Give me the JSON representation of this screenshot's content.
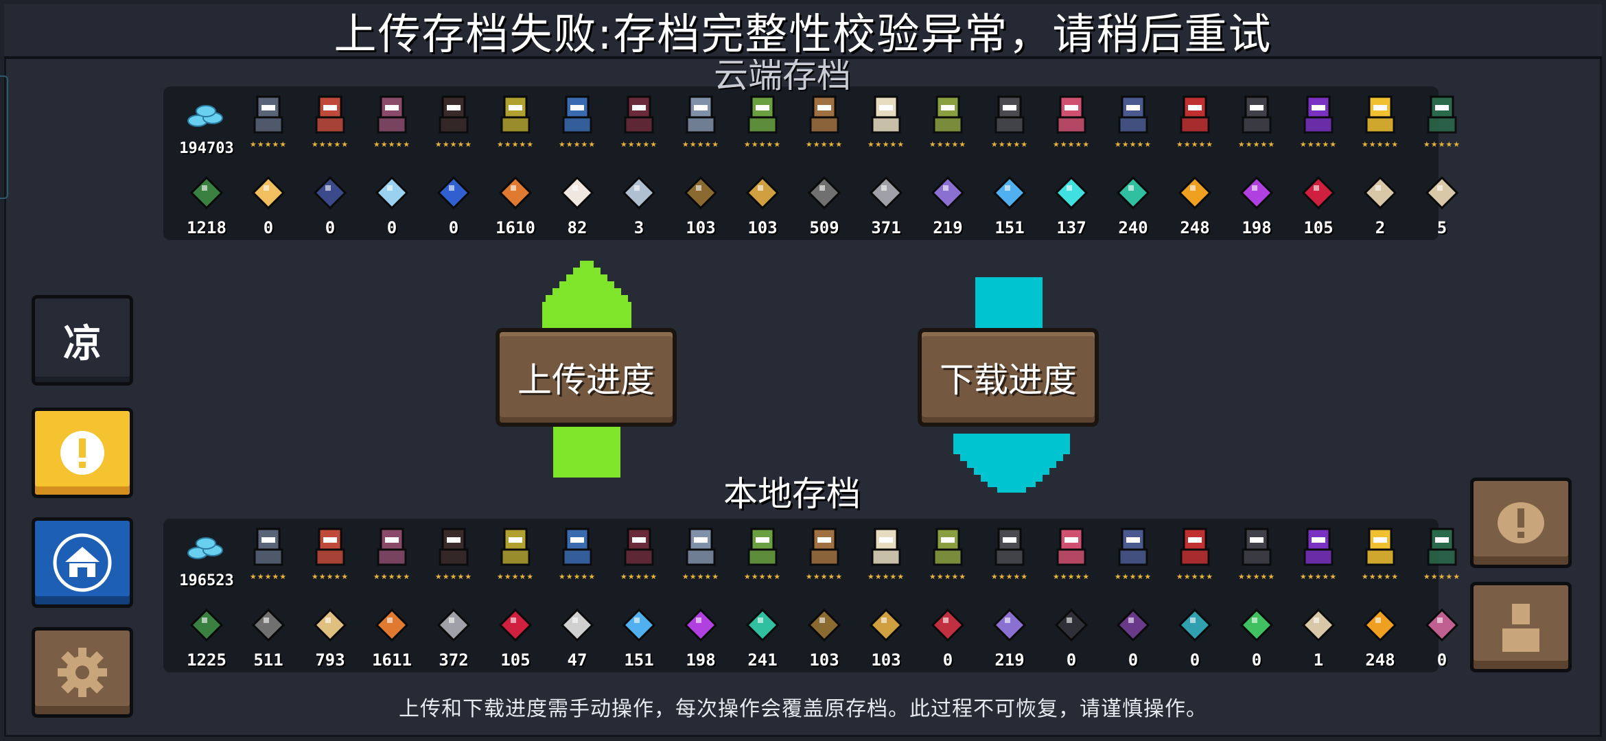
{
  "banner": {
    "text": "上传存档失败:存档完整性校验异常，请稍后重试"
  },
  "cloud": {
    "title_partial": "云端存档",
    "coin_count": "194703",
    "characters": [
      {
        "icon": "knight-icon",
        "color": "#5a6478"
      },
      {
        "icon": "rogue-icon",
        "color": "#c04a3a"
      },
      {
        "icon": "witch-icon",
        "color": "#8a4a6a"
      },
      {
        "icon": "assassin-icon",
        "color": "#3a2a2a"
      },
      {
        "icon": "robot-icon",
        "color": "#b0a030"
      },
      {
        "icon": "engineer-icon",
        "color": "#3a6ab0"
      },
      {
        "icon": "vampire-icon",
        "color": "#6a2a3a"
      },
      {
        "icon": "paladin-icon",
        "color": "#8090a8"
      },
      {
        "icon": "elf-icon",
        "color": "#6aa040"
      },
      {
        "icon": "werewolf-icon",
        "color": "#a07040"
      },
      {
        "icon": "priest-icon",
        "color": "#e8dcc0"
      },
      {
        "icon": "druid-icon",
        "color": "#8aa040"
      },
      {
        "icon": "berserker-icon",
        "color": "#4a4a50"
      },
      {
        "icon": "taoist-icon",
        "color": "#d05070"
      },
      {
        "icon": "necromancer-icon",
        "color": "#4a5a90"
      },
      {
        "icon": "officer-icon",
        "color": "#c03030"
      },
      {
        "icon": "monk-icon",
        "color": "#404048"
      },
      {
        "icon": "wizard-icon",
        "color": "#7a30c0"
      },
      {
        "icon": "airbender-icon",
        "color": "#f0c030"
      },
      {
        "icon": "alchemist-icon",
        "color": "#2a6a4a"
      }
    ],
    "items": [
      {
        "icon": "battery-icon",
        "color": "#3a8040",
        "count": "1218"
      },
      {
        "icon": "scroll-card-icon",
        "color": "#f0c060",
        "count": "0"
      },
      {
        "icon": "dark-card-icon",
        "color": "#3a4a8a",
        "count": "0"
      },
      {
        "icon": "crystal-icon",
        "color": "#9ad0f0",
        "count": "0"
      },
      {
        "icon": "gems-icon",
        "color": "#3060d0",
        "count": "0"
      },
      {
        "icon": "ore-icon",
        "color": "#e07a30",
        "count": "1610"
      },
      {
        "icon": "sack-icon",
        "color": "#f0e8e0",
        "count": "82"
      },
      {
        "icon": "fish-icon",
        "color": "#b0c0d0",
        "count": "3"
      },
      {
        "icon": "horn-icon",
        "color": "#8a6a30",
        "count": "103"
      },
      {
        "icon": "shell-icon",
        "color": "#d0a040",
        "count": "103"
      },
      {
        "icon": "gear-part-icon",
        "color": "#707070",
        "count": "509"
      },
      {
        "icon": "iron-ore-icon",
        "color": "#a0a0a8",
        "count": "371"
      },
      {
        "icon": "star-shard-purple-icon",
        "color": "#8a70d0",
        "count": "219"
      },
      {
        "icon": "star-shard-blue-icon",
        "color": "#50b0f0",
        "count": "151"
      },
      {
        "icon": "star-shard-cyan-icon",
        "color": "#40e0e0",
        "count": "137"
      },
      {
        "icon": "star-shard-teal-icon",
        "color": "#30c0a0",
        "count": "240"
      },
      {
        "icon": "star-shard-orange-icon",
        "color": "#f0a020",
        "count": "248"
      },
      {
        "icon": "star-shard-violet-icon",
        "color": "#b040e0",
        "count": "198"
      },
      {
        "icon": "star-shard-red-icon",
        "color": "#d02040",
        "count": "105"
      },
      {
        "icon": "parchment-icon",
        "color": "#d8c8a8",
        "count": "2"
      },
      {
        "icon": "parchment-icon",
        "color": "#d8c8a8",
        "count": "5"
      }
    ]
  },
  "transfer": {
    "upload_label": "上传进度",
    "download_label": "下载进度"
  },
  "local": {
    "title": "本地存档",
    "coin_count": "196523",
    "characters": [
      {
        "icon": "knight-icon",
        "color": "#5a6478"
      },
      {
        "icon": "rogue-icon",
        "color": "#c04a3a"
      },
      {
        "icon": "witch-icon",
        "color": "#8a4a6a"
      },
      {
        "icon": "assassin-icon",
        "color": "#3a2a2a"
      },
      {
        "icon": "robot-icon",
        "color": "#b0a030"
      },
      {
        "icon": "engineer-icon",
        "color": "#3a6ab0"
      },
      {
        "icon": "vampire-icon",
        "color": "#6a2a3a"
      },
      {
        "icon": "paladin-icon",
        "color": "#8090a8"
      },
      {
        "icon": "elf-icon",
        "color": "#6aa040"
      },
      {
        "icon": "werewolf-icon",
        "color": "#a07040"
      },
      {
        "icon": "priest-icon",
        "color": "#e8dcc0"
      },
      {
        "icon": "druid-icon",
        "color": "#8aa040"
      },
      {
        "icon": "berserker-icon",
        "color": "#4a4a50"
      },
      {
        "icon": "taoist-icon",
        "color": "#d05070"
      },
      {
        "icon": "necromancer-icon",
        "color": "#4a5a90"
      },
      {
        "icon": "officer-icon",
        "color": "#c03030"
      },
      {
        "icon": "monk-icon",
        "color": "#404048"
      },
      {
        "icon": "wizard-icon",
        "color": "#7a30c0"
      },
      {
        "icon": "airbender-icon",
        "color": "#f0c030"
      },
      {
        "icon": "alchemist-icon",
        "color": "#2a6a4a"
      }
    ],
    "items": [
      {
        "icon": "battery-icon",
        "color": "#3a8040",
        "count": "1225"
      },
      {
        "icon": "gear-part-icon",
        "color": "#707070",
        "count": "511"
      },
      {
        "icon": "wood-plank-icon",
        "color": "#e0c080",
        "count": "793"
      },
      {
        "icon": "ore-icon",
        "color": "#e07a30",
        "count": "1611"
      },
      {
        "icon": "iron-ore-icon",
        "color": "#a0a0a8",
        "count": "372"
      },
      {
        "icon": "star-shard-red-icon",
        "color": "#d02040",
        "count": "105"
      },
      {
        "icon": "ecard-icon",
        "color": "#d0d0d0",
        "count": "47"
      },
      {
        "icon": "star-shard-blue-icon",
        "color": "#50b0f0",
        "count": "151"
      },
      {
        "icon": "star-shard-violet-icon",
        "color": "#b040e0",
        "count": "198"
      },
      {
        "icon": "star-shard-teal-icon",
        "color": "#30c0a0",
        "count": "241"
      },
      {
        "icon": "horn-icon",
        "color": "#8a6a30",
        "count": "103"
      },
      {
        "icon": "shell-icon",
        "color": "#d0a040",
        "count": "103"
      },
      {
        "icon": "red-chip-icon",
        "color": "#c03040",
        "count": "0"
      },
      {
        "icon": "star-shard-purple-icon",
        "color": "#8a70d0",
        "count": "219"
      },
      {
        "icon": "black-device-icon",
        "color": "#303038",
        "count": "0"
      },
      {
        "icon": "purple-card-icon",
        "color": "#6a3a8a",
        "count": "0"
      },
      {
        "icon": "teal-chip-icon",
        "color": "#30a0b0",
        "count": "0"
      },
      {
        "icon": "t-block-icon",
        "color": "#40c060",
        "count": "0"
      },
      {
        "icon": "parchment-icon",
        "color": "#d8c8a8",
        "count": "1"
      },
      {
        "icon": "star-shard-orange-icon",
        "color": "#f0a020",
        "count": "248"
      },
      {
        "icon": "pink-box-icon",
        "color": "#c06090",
        "count": "0"
      }
    ]
  },
  "side": {
    "cool_label": "凉"
  },
  "footer": {
    "text": "上传和下载进度需手动操作，每次操作会覆盖原存档。此过程不可恢复，请谨慎操作。"
  },
  "colors": {
    "upload_arrow": "#7ee52a",
    "download_arrow": "#00c4cf",
    "stars": "#e8b33d"
  }
}
